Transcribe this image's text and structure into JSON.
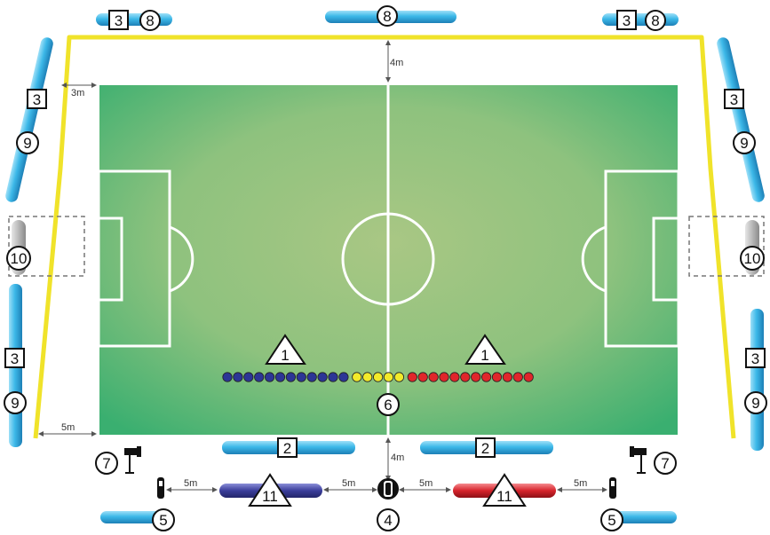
{
  "colors": {
    "pitch_center": "#a9c784",
    "pitch_edge": "#3aaf70",
    "pitch_lines": "#ffffff",
    "perimeter": "#f0e32a",
    "banner_blue": "#3cb8e8",
    "banner_grey": "#b8b8b8",
    "team_blue": "#2c3596",
    "team_red": "#e0262b",
    "team_yellow": "#f2ea2a",
    "bench_blue": "#3a3d9a",
    "bench_red": "#d6232b"
  },
  "icons": {
    "camera": "camera-icon",
    "referee": "referee-icon",
    "microphone": "microphone-icon"
  },
  "labels": {
    "n1": "1",
    "n2": "2",
    "n3": "3",
    "n4": "4",
    "n5": "5",
    "n6": "6",
    "n7": "7",
    "n8": "8",
    "n9": "9",
    "n10": "10",
    "n11": "11"
  },
  "measurements": {
    "top_gap": "4m",
    "side_gap": "3m",
    "corner_gap": "5m",
    "bottom_gap": "4m",
    "bench_gap": "5m"
  },
  "lineup": {
    "blue_players": 12,
    "yellow_officials": 5,
    "red_players": 12
  }
}
